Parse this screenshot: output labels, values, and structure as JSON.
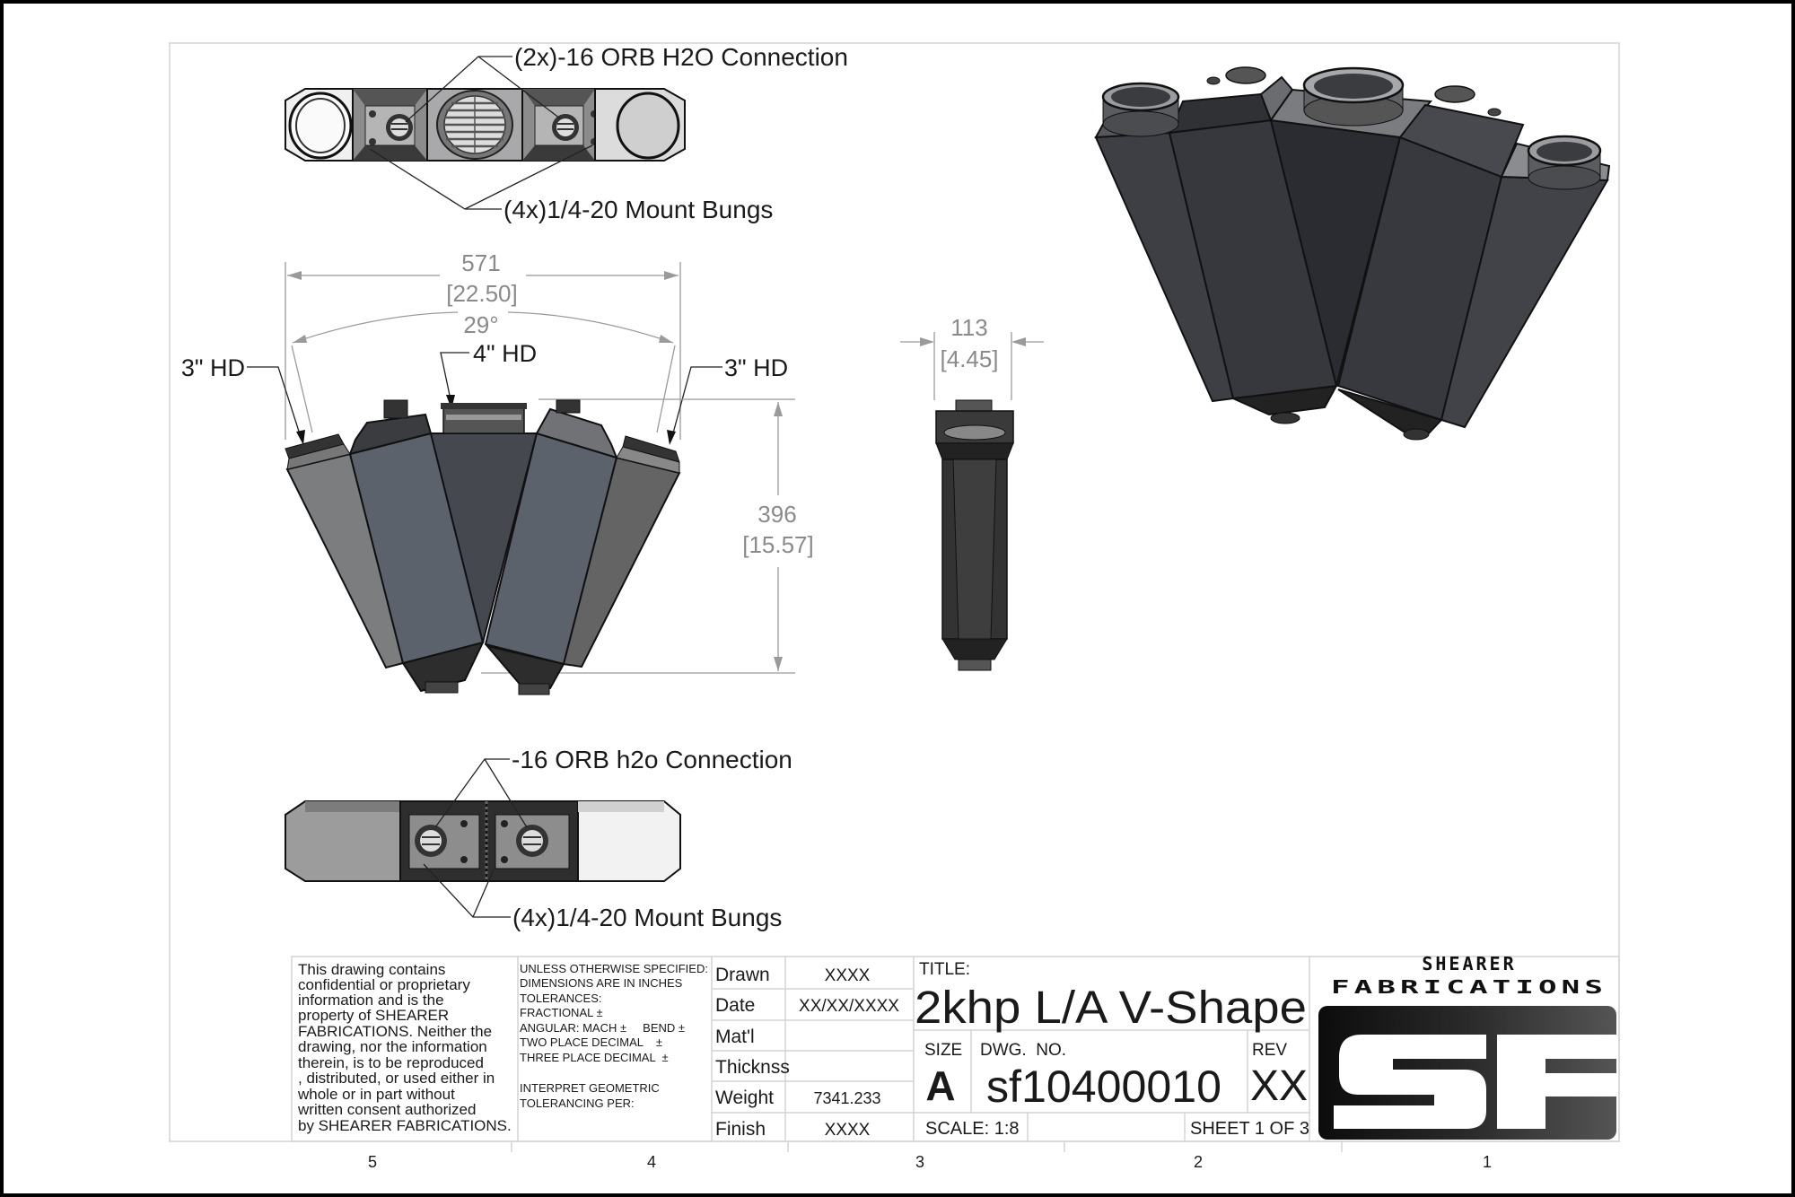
{
  "top_view": {
    "connection_label": "(2x)-16 ORB H2O Connection",
    "bungs_label": "(4x)1/4-20 Mount Bungs"
  },
  "front_view": {
    "width_mm": "571",
    "width_in": "[22.50]",
    "angle": "29°",
    "center_port": "4\" HD",
    "left_port": "3\" HD",
    "right_port": "3\" HD",
    "height_mm": "396",
    "height_in": "[15.57]"
  },
  "side_view": {
    "depth_mm": "113",
    "depth_in": "[4.45]"
  },
  "bottom_view": {
    "connection_label": "-16 ORB h2o Connection",
    "bungs_label": "(4x)1/4-20 Mount Bungs"
  },
  "title_block": {
    "disclaimer": [
      "This drawing contains",
      "confidential or proprietary",
      "information and is the",
      "property of SHEARER",
      "FABRICATIONS. Neither the",
      "drawing, nor the information",
      "therein, is to be reproduced",
      ", distributed, or used either in",
      "whole or in part without",
      "written consent authorized",
      "by SHEARER FABRICATIONS."
    ],
    "tolerances": [
      "UNLESS OTHERWISE SPECIFIED:",
      "DIMENSIONS ARE IN INCHES",
      "TOLERANCES:",
      "FRACTIONAL ±",
      "ANGULAR: MACH ±     BEND ±",
      "TWO PLACE DECIMAL    ±",
      "THREE PLACE DECIMAL  ±",
      "INTERPRET GEOMETRIC",
      "TOLERANCING PER:"
    ],
    "fields": [
      {
        "label": "Drawn",
        "value": "XXXX"
      },
      {
        "label": "Date",
        "value": "XX/XX/XXXX"
      },
      {
        "label": "Mat'l",
        "value": ""
      },
      {
        "label": "Thicknss",
        "value": ""
      },
      {
        "label": "Weight",
        "value": "7341.233"
      },
      {
        "label": "Finish",
        "value": "XXXX"
      }
    ],
    "title_label": "TITLE:",
    "title": "2khp L/A V-Shape",
    "size_label": "SIZE",
    "size": "A",
    "dwg_label": "DWG.  NO.",
    "dwg_no": "sf10400010",
    "rev_label": "REV",
    "rev": "XX",
    "scale": "SCALE: 1:8",
    "sheet": "SHEET 1 OF 3"
  },
  "logo": {
    "line1": "SHEARER",
    "line2": "FABRICATIONS",
    "mark": "SF"
  },
  "zones": [
    "5",
    "4",
    "3",
    "2",
    "1"
  ],
  "colors": {
    "panel_light": "#7b7d7e",
    "panel_mid": "#5c626c",
    "panel_dark": "#45494f",
    "iso_dark": "#2e3035"
  }
}
